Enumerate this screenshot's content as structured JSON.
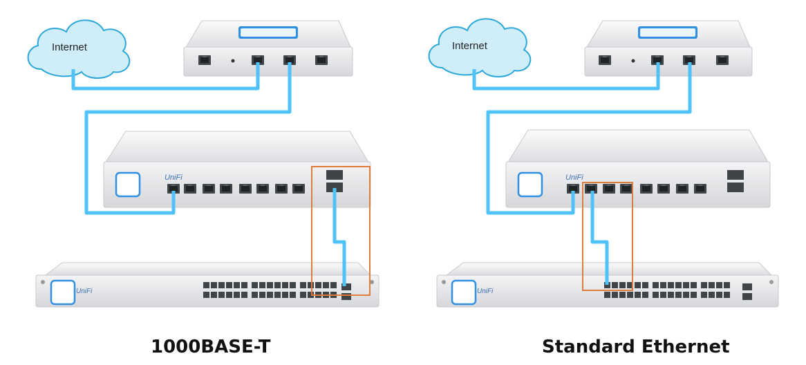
{
  "left_panel": {
    "cloud_label": "Internet",
    "caption": "1000BASE-T"
  },
  "right_panel": {
    "cloud_label": "Internet",
    "caption": "Standard Ethernet"
  },
  "device_brand": "UniFi",
  "colors": {
    "cable": "#4fc3f7",
    "highlight_box": "#e07b39",
    "cloud_fill": "#cfeefa",
    "cloud_stroke": "#2aa7d8",
    "device_body": "#e9eaec",
    "port": "#3f4448",
    "logo_blue": "#2f8fe0"
  }
}
